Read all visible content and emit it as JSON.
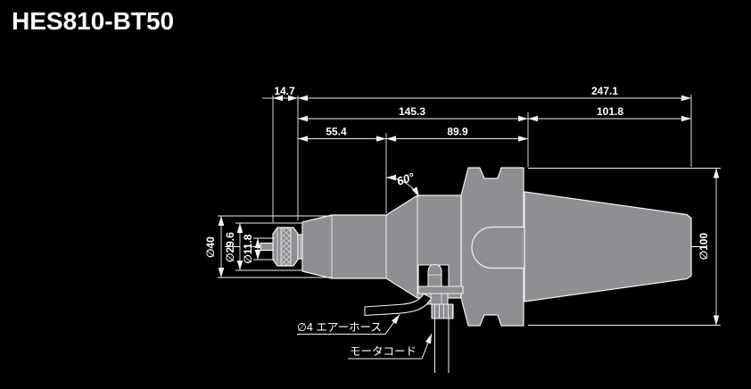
{
  "title": "HES810-BT50",
  "colors": {
    "background": "#000000",
    "line": "#f2f2f2",
    "body_fill": "#8e8e93",
    "text": "#ffffff"
  },
  "dimensions": {
    "horizontal": [
      {
        "id": "d_14_7",
        "label": "14.7"
      },
      {
        "id": "d_247_1",
        "label": "247.1"
      },
      {
        "id": "d_145_3",
        "label": "145.3"
      },
      {
        "id": "d_101_8",
        "label": "101.8"
      },
      {
        "id": "d_55_4",
        "label": "55.4"
      },
      {
        "id": "d_89_9",
        "label": "89.9"
      }
    ],
    "diameters": [
      {
        "id": "dia_40",
        "label": "∅40"
      },
      {
        "id": "dia_29_6",
        "label": "∅29.6"
      },
      {
        "id": "dia_11_8",
        "label": "∅11.8"
      },
      {
        "id": "dia_100",
        "label": "∅100"
      }
    ],
    "angle": {
      "label": "60°"
    }
  },
  "callouts": {
    "air_hose": "∅4 エアーホース",
    "motor_cord": "モータコード"
  }
}
